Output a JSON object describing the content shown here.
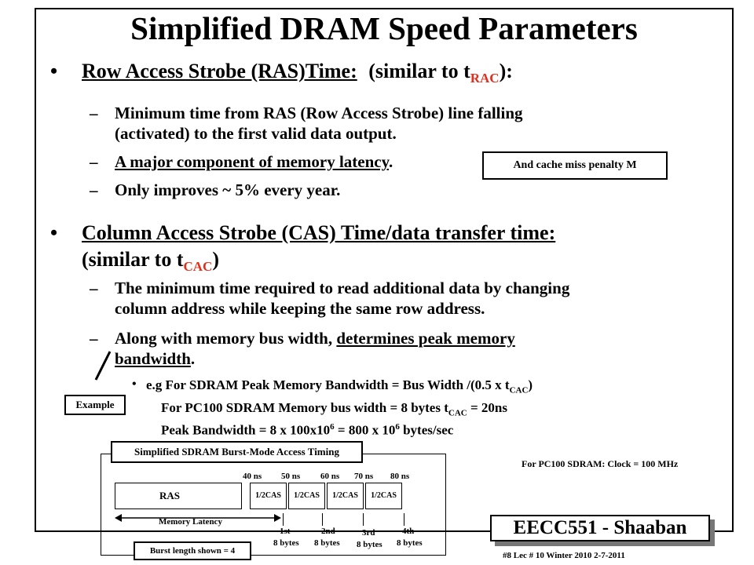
{
  "slide": {
    "title": "Simplified DRAM Speed Parameters",
    "ras": {
      "heading": "Row Access Strobe (RAS)Time:",
      "similar_prefix": "(similar to t",
      "similar_sub": "RAC",
      "similar_suffix": "):",
      "items": [
        {
          "line1": "Minimum time from RAS (Row Access Strobe) line falling",
          "line2": "(activated) to the first valid data output."
        },
        {
          "underlined": "A major component of memory latency",
          "rest": "."
        },
        {
          "text": "Only improves ~ 5% every year."
        }
      ],
      "callout": "And cache miss penalty M"
    },
    "cas": {
      "heading": "Column Access Strobe (CAS) Time/data transfer time:",
      "similar_prefix": "(similar to t",
      "similar_sub": "CAC",
      "similar_suffix": ")",
      "item1_line1": "The minimum time required to read additional data by changing",
      "item1_line2": "column address while keeping the same row address.",
      "item2_prefix": "Along with memory bus width, ",
      "item2_underlined": "determines peak memory",
      "item2_line2_underlined": "bandwidth",
      "item2_line2_rest": ".",
      "eg_prefix": "e.g For SDRAM  Peak Memory Bandwidth = Bus Width /(0.5 x t",
      "eg_sub": "CAC",
      "eg_suffix": ")",
      "pc100_prefix": "For PC100 SDRAM Memory  bus width = 8 bytes     t",
      "pc100_sub": "CAC",
      "pc100_suffix": " = 20ns",
      "peak_a": "Peak Bandwidth =  8 x 100x10",
      "peak_sup1": "6",
      "peak_b": " =  800 x 10",
      "peak_sup2": "6",
      "peak_c": " bytes/sec",
      "example_label": "Example"
    },
    "timing": {
      "label": "Simplified SDRAM Burst-Mode Access Timing",
      "clock_note": "For PC100 SDRAM:  Clock = 100 MHz",
      "times": [
        "40 ns",
        "50 ns",
        "60 ns",
        "70 ns",
        "80 ns"
      ],
      "ras_label": "RAS",
      "cas_labels": [
        "1/2CAS",
        "1/2CAS",
        "1/2CAS",
        "1/2CAS"
      ],
      "latency_label": "Memory Latency",
      "outputs": [
        {
          "ord": "1st",
          "bytes": "8 bytes"
        },
        {
          "ord": "2nd",
          "bytes": "8 bytes"
        },
        {
          "ord": "3rd",
          "bytes": "8 bytes"
        },
        {
          "ord": "4th",
          "bytes": "8 bytes"
        }
      ],
      "burst_label": "Burst length shown = 4"
    },
    "badge": "EECC551 - Shaaban",
    "footer": "#8   Lec # 10  Winter 2010  2-7-2011"
  }
}
